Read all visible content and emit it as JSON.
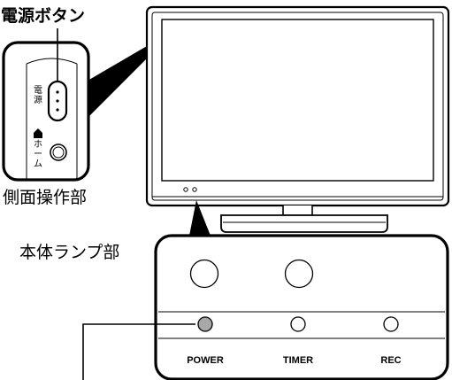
{
  "labels": {
    "power_button": "電源ボタン",
    "side_controls": "側面操作部",
    "body_lamps": "本体ランプ部"
  },
  "side_panel": {
    "power_label": "電源",
    "home_label": "ホーム"
  },
  "lamps": [
    {
      "label": "POWER",
      "lit": true
    },
    {
      "label": "TIMER",
      "lit": false
    },
    {
      "label": "REC",
      "lit": false
    }
  ],
  "colors": {
    "outline": "#000000",
    "power_lamp_fill": "#a8a8a8",
    "screen_fill": "#ffffff",
    "stand_fill": "#ffffff"
  }
}
